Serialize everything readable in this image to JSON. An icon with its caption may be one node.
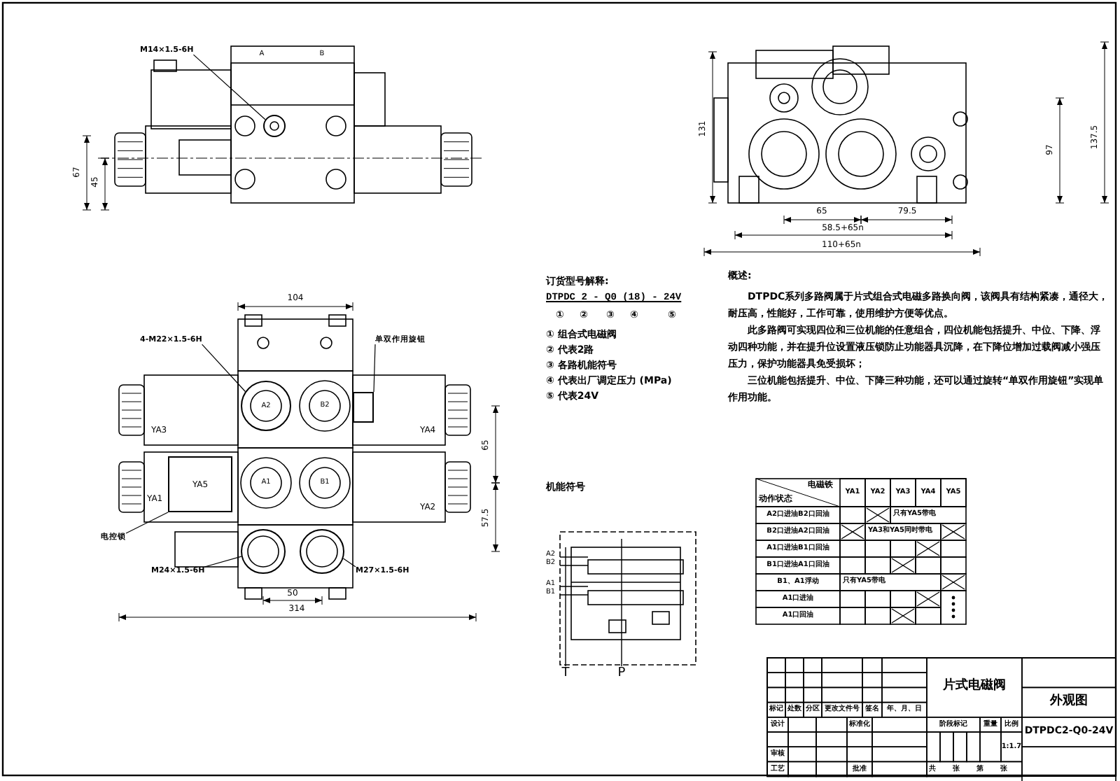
{
  "diagram": {
    "nodes": [
      {
        "text": [
          "M14×1.5-6H"
        ]
      },
      {
        "text": [
          "4-M22×1.5-6H"
        ]
      },
      {
        "text": [
          "单双作用旋钮"
        ]
      },
      {
        "text": [
          "电控锁"
        ]
      },
      {
        "text": [
          "M24×1.5-6H"
        ]
      },
      {
        "text": [
          "M27×1.5-6H"
        ]
      },
      {
        "text": [],
        "shape": "circle"
      },
      {
        "text": [
          "A2"
        ]
      },
      {
        "text": [],
        "shape": "box"
      },
      {
        "text": [
          "YA5"
        ]
      },
      {
        "text": [],
        "shape": "circle"
      },
      {
        "text": [],
        "shape": "circle"
      }
    ],
    "edges": [
      {
        "from": 0,
        "to": 6,
        "arrow": "none"
      },
      {
        "from": 1,
        "to": 7,
        "arrow": "none"
      },
      {
        "from": 2,
        "to": 8,
        "arrow": "none"
      },
      {
        "from": 3,
        "to": 9,
        "arrow": "none"
      },
      {
        "from": 4,
        "to": 10,
        "arrow": "none"
      },
      {
        "from": 5,
        "to": 11,
        "arrow": "none"
      }
    ],
    "labels": [
      "A",
      "B",
      "67",
      "45",
      "131",
      "137.5",
      "97",
      "65",
      "79.5",
      "58.5+65n",
      "110+65n",
      "订货型号解释:",
      "DTPDC 2 - Q0 (18) - 24V",
      "①",
      "②",
      "③",
      "④",
      "⑤",
      "① 组合式电磁阀",
      "② 代表2路",
      "③ 各路机能符号",
      "④ 代表出厂调定压力 (MPa)",
      "⑤ 代表24V",
      "概述:",
      "DTPDC系列多路阀属于片式组合式电磁多路换向阀，该阀具有结构紧凑，通径大，耐压高，性能好，工作可靠，使用维护方便等优点。",
      "此多路阀可实现四位和三位机能的任意组合，四位机能包括提升、中位、下降、浮动四种功能，并在提升位设置液压锁防止功能器具沉降，在下降位增加过载阀减小强压压力，保护功能器具免受损坏；",
      "三位机能包括提升、中位、下降三种功能，还可以通过旋转“单双作用旋钮”实现单作用功能。",
      "104",
      "B2",
      "YA3",
      "YA4",
      "A1",
      "B1",
      "YA1",
      "YA2",
      "65",
      "57.5",
      "50",
      "314",
      "机能符号",
      "A2",
      "B2",
      "A1",
      "B1",
      "T",
      "P",
      "电磁铁",
      "动作状态",
      "YA1",
      "YA2",
      "YA3",
      "YA4",
      "YA5",
      "A2口进油B2口回油",
      "只有YA5带电",
      "B2口进油A2口回油",
      "YA3和YA5同时带电",
      "A1口进油B1口回油",
      "B1口进油A1口回油",
      "B1、A1浮动",
      "只有YA5带电",
      "A1口进油",
      "A1口回油",
      "片式电磁阀",
      "外观图",
      "标记",
      "处数",
      "分区",
      "更改文件号",
      "签名",
      "年、月、日",
      "设计",
      "标准化",
      "阶段标记",
      "重量",
      "比例",
      "DTPDC2-Q0-24V",
      "1:1.7",
      "审核",
      "工艺",
      "批准",
      "共",
      "张",
      "第",
      "张"
    ]
  }
}
